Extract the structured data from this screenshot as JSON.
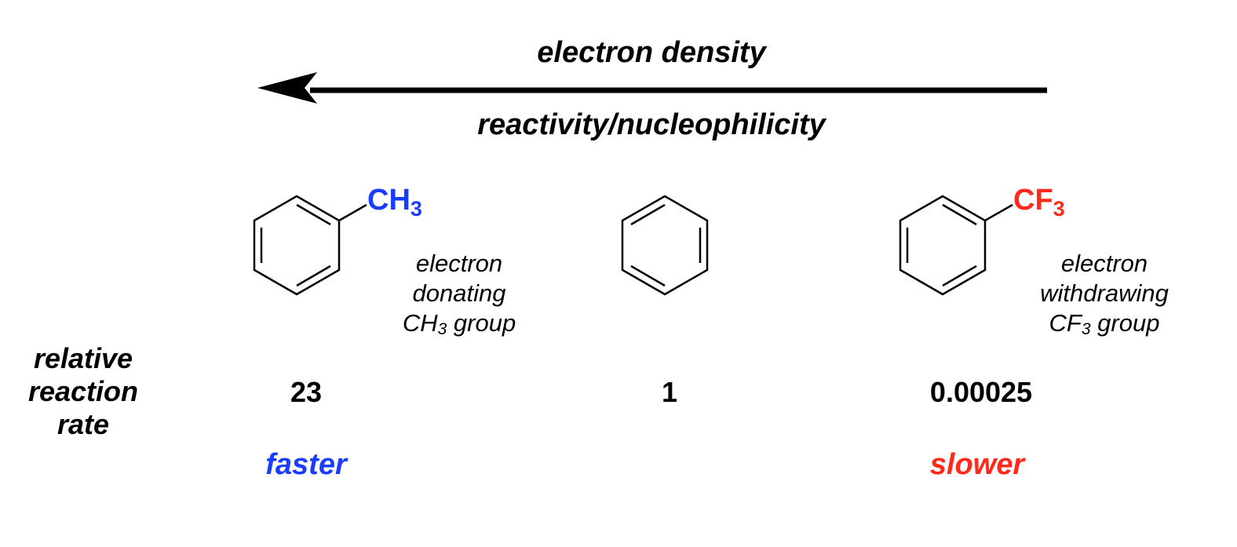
{
  "arrow_top_label": "electron density",
  "arrow_bottom_label": "reactivity/nucleophilicity",
  "row_label": {
    "line1": "relative",
    "line2": "reaction",
    "line3": "rate"
  },
  "compounds": [
    {
      "substituent": {
        "base": "CH",
        "subscript": "3",
        "color": "#1a3cff"
      },
      "note": {
        "line1": "electron",
        "line2": "donating",
        "line3_base": "CH",
        "line3_sub": "3",
        "line3_rest": " group"
      },
      "rate": "23",
      "trend": {
        "text": "faster",
        "color": "#1a3cff"
      }
    },
    {
      "rate": "1"
    },
    {
      "substituent": {
        "base": "CF",
        "subscript": "3",
        "color": "#ff2a1a"
      },
      "note": {
        "line1": "electron",
        "line2": "withdrawing",
        "line3_base": "CF",
        "line3_sub": "3",
        "line3_rest": " group"
      },
      "rate": "0.00025",
      "trend": {
        "text": "slower",
        "color": "#ff2a1a"
      }
    }
  ]
}
